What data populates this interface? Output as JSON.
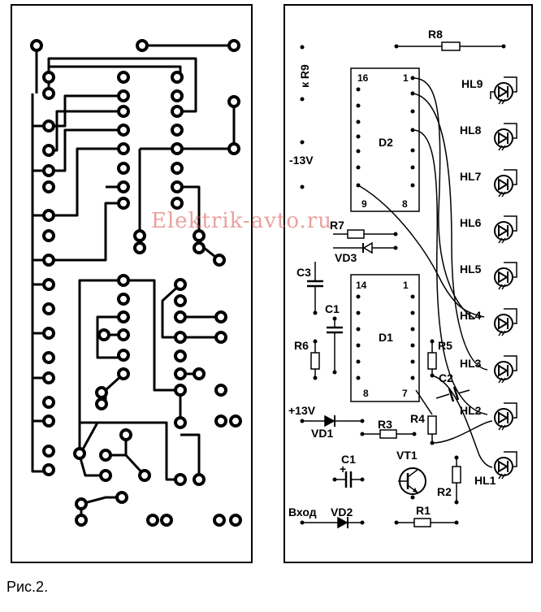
{
  "caption": "Рис.2.",
  "watermark": "Elektrik-avto.ru",
  "labels": {
    "r8": "R8",
    "kr9": "к R9",
    "minus13": "-13V",
    "plus13": "+13V",
    "vhod": "Вход",
    "d2": "D2",
    "d1": "D1",
    "r7": "R7",
    "vd3": "VD3",
    "c3": "C3",
    "c1a": "C1",
    "r6": "R6",
    "r5": "R5",
    "c2": "C2",
    "r4": "R4",
    "vd1": "VD1",
    "r3": "R3",
    "c1b": "C1",
    "vt1": "VT1",
    "r2": "R2",
    "vd2": "VD2",
    "r1": "R1",
    "hl9": "HL9",
    "hl8": "HL8",
    "hl7": "HL7",
    "hl6": "HL6",
    "hl5": "HL5",
    "hl4": "HL4",
    "hl3": "HL3",
    "hl2": "HL2",
    "hl1": "HL1",
    "plus": "+"
  },
  "d2_pins": {
    "p16": "16",
    "p1": "1",
    "p9": "9",
    "p8": "8"
  },
  "d1_pins": {
    "p14": "14",
    "p1": "1",
    "p8": "8",
    "p7": "7"
  }
}
